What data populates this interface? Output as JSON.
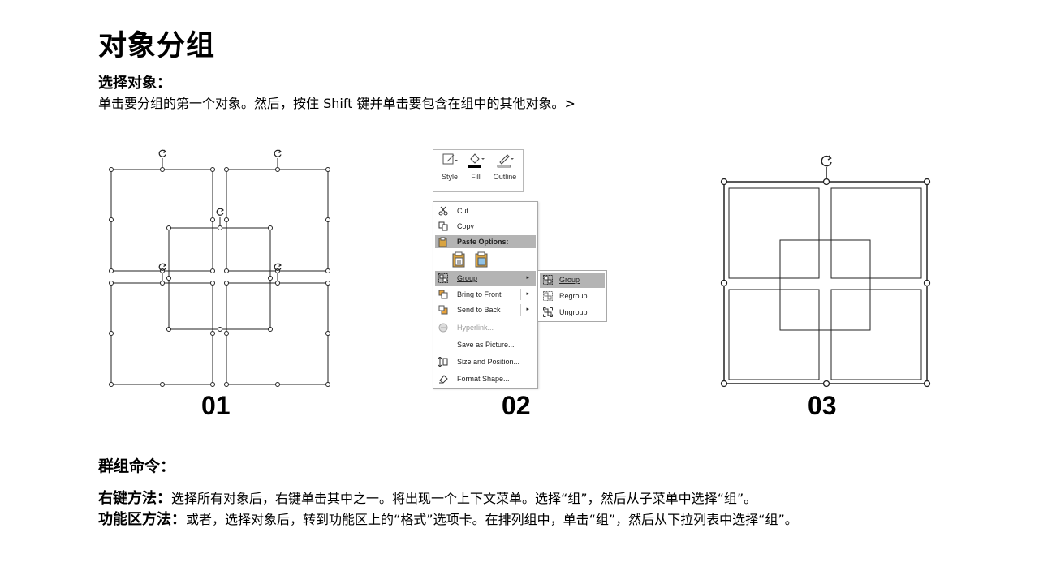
{
  "page": {
    "title": "对象分组",
    "select_heading": "选择对象：",
    "select_desc": "单击要分组的第一个对象。然后，按住 Shift 键并单击要包含在组中的其他对象。>"
  },
  "steps": [
    {
      "number": "01"
    },
    {
      "number": "02"
    },
    {
      "number": "03"
    }
  ],
  "ribbon": {
    "buttons": [
      {
        "label": "Style",
        "icon": "shape-style-icon"
      },
      {
        "label": "Fill",
        "icon": "paint-bucket-icon"
      },
      {
        "label": "Outline",
        "icon": "pen-outline-icon"
      }
    ]
  },
  "context_menu": {
    "items": [
      {
        "label": "Cut",
        "icon": "scissors-icon"
      },
      {
        "label": "Copy",
        "icon": "copy-icon"
      },
      {
        "label": "Paste Options:",
        "icon": "clipboard-icon"
      },
      {
        "label": "Group",
        "icon": "group-icon"
      },
      {
        "label": "Bring to Front",
        "icon": "bring-front-icon"
      },
      {
        "label": "Send to Back",
        "icon": "send-back-icon"
      },
      {
        "label": "Hyperlink...",
        "icon": "hyperlink-icon"
      },
      {
        "label": "Save as Picture...",
        "icon": ""
      },
      {
        "label": "Size and Position...",
        "icon": "size-position-icon"
      },
      {
        "label": "Format Shape...",
        "icon": "format-shape-icon"
      }
    ],
    "submenu": [
      {
        "label": "Group",
        "icon": "group-icon"
      },
      {
        "label": "Regroup",
        "icon": "regroup-icon"
      },
      {
        "label": "Ungroup",
        "icon": "ungroup-icon"
      }
    ]
  },
  "group_commands": {
    "heading": "群组命令：",
    "right_click_label": "右键方法：",
    "right_click_text": "选择所有对象后，右键单击其中之一。将出现一个上下文菜单。选择“组”，然后从子菜单中选择“组”。",
    "ribbon_label": "功能区方法：",
    "ribbon_text": "或者，选择对象后，转到功能区上的“格式”选项卡。在排列组中，单击“组”，然后从下拉列表中选择“组”。"
  }
}
